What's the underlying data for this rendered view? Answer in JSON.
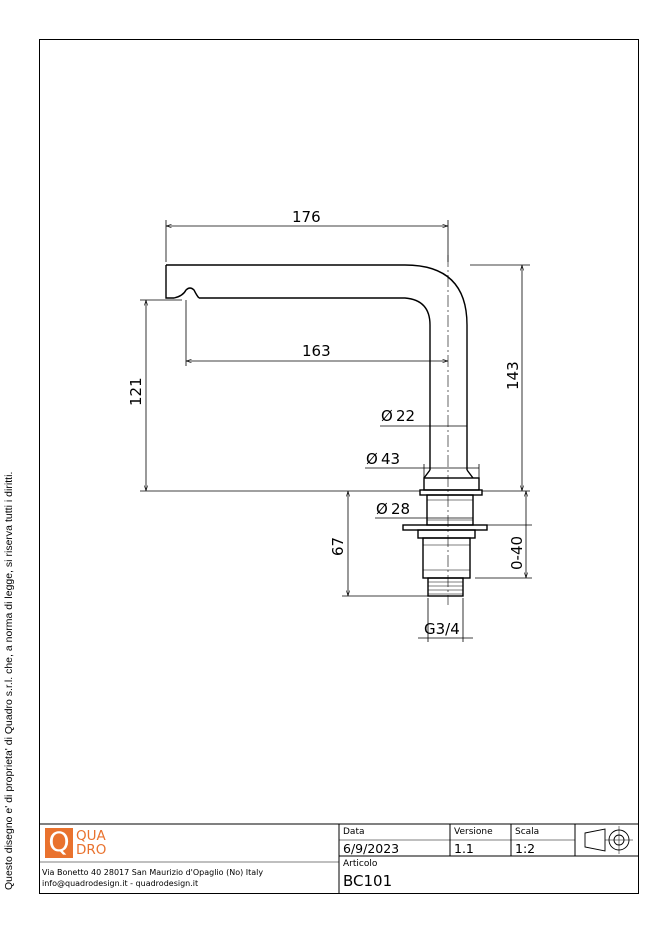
{
  "copyright_note": "Questo disegno e' di proprieta' di Quadro s.r.l. che, a norma di legge, si riserva tutti i diritti.",
  "drawing": {
    "dimensions": {
      "width_total": "176",
      "reach": "163",
      "height_outlet": "121",
      "height_total": "143",
      "dia_tube": "22",
      "dia_base": "43",
      "dia_shank": "28",
      "shank_length": "67",
      "deck_thickness": "0-40",
      "thread": "G3/4"
    },
    "diameter_symbol": "Ø"
  },
  "title_block": {
    "logo_letter": "Q",
    "logo_line1": "QUA",
    "logo_line2": "DRO",
    "address_line1": "Via Bonetto 40  28017 San Maurizio d'Opaglio (No) Italy",
    "address_line2": "info@quadrodesign.it  -  quadrodesign.it",
    "data_label": "Data",
    "data_value": "6/9/2023",
    "versione_label": "Versione",
    "versione_value": "1.1",
    "scala_label": "Scala",
    "scala_value": "1:2",
    "articolo_label": "Articolo",
    "articolo_value": "BC101",
    "projection_icon": "first-angle-projection-icon",
    "accent_color": "#e9722e"
  }
}
